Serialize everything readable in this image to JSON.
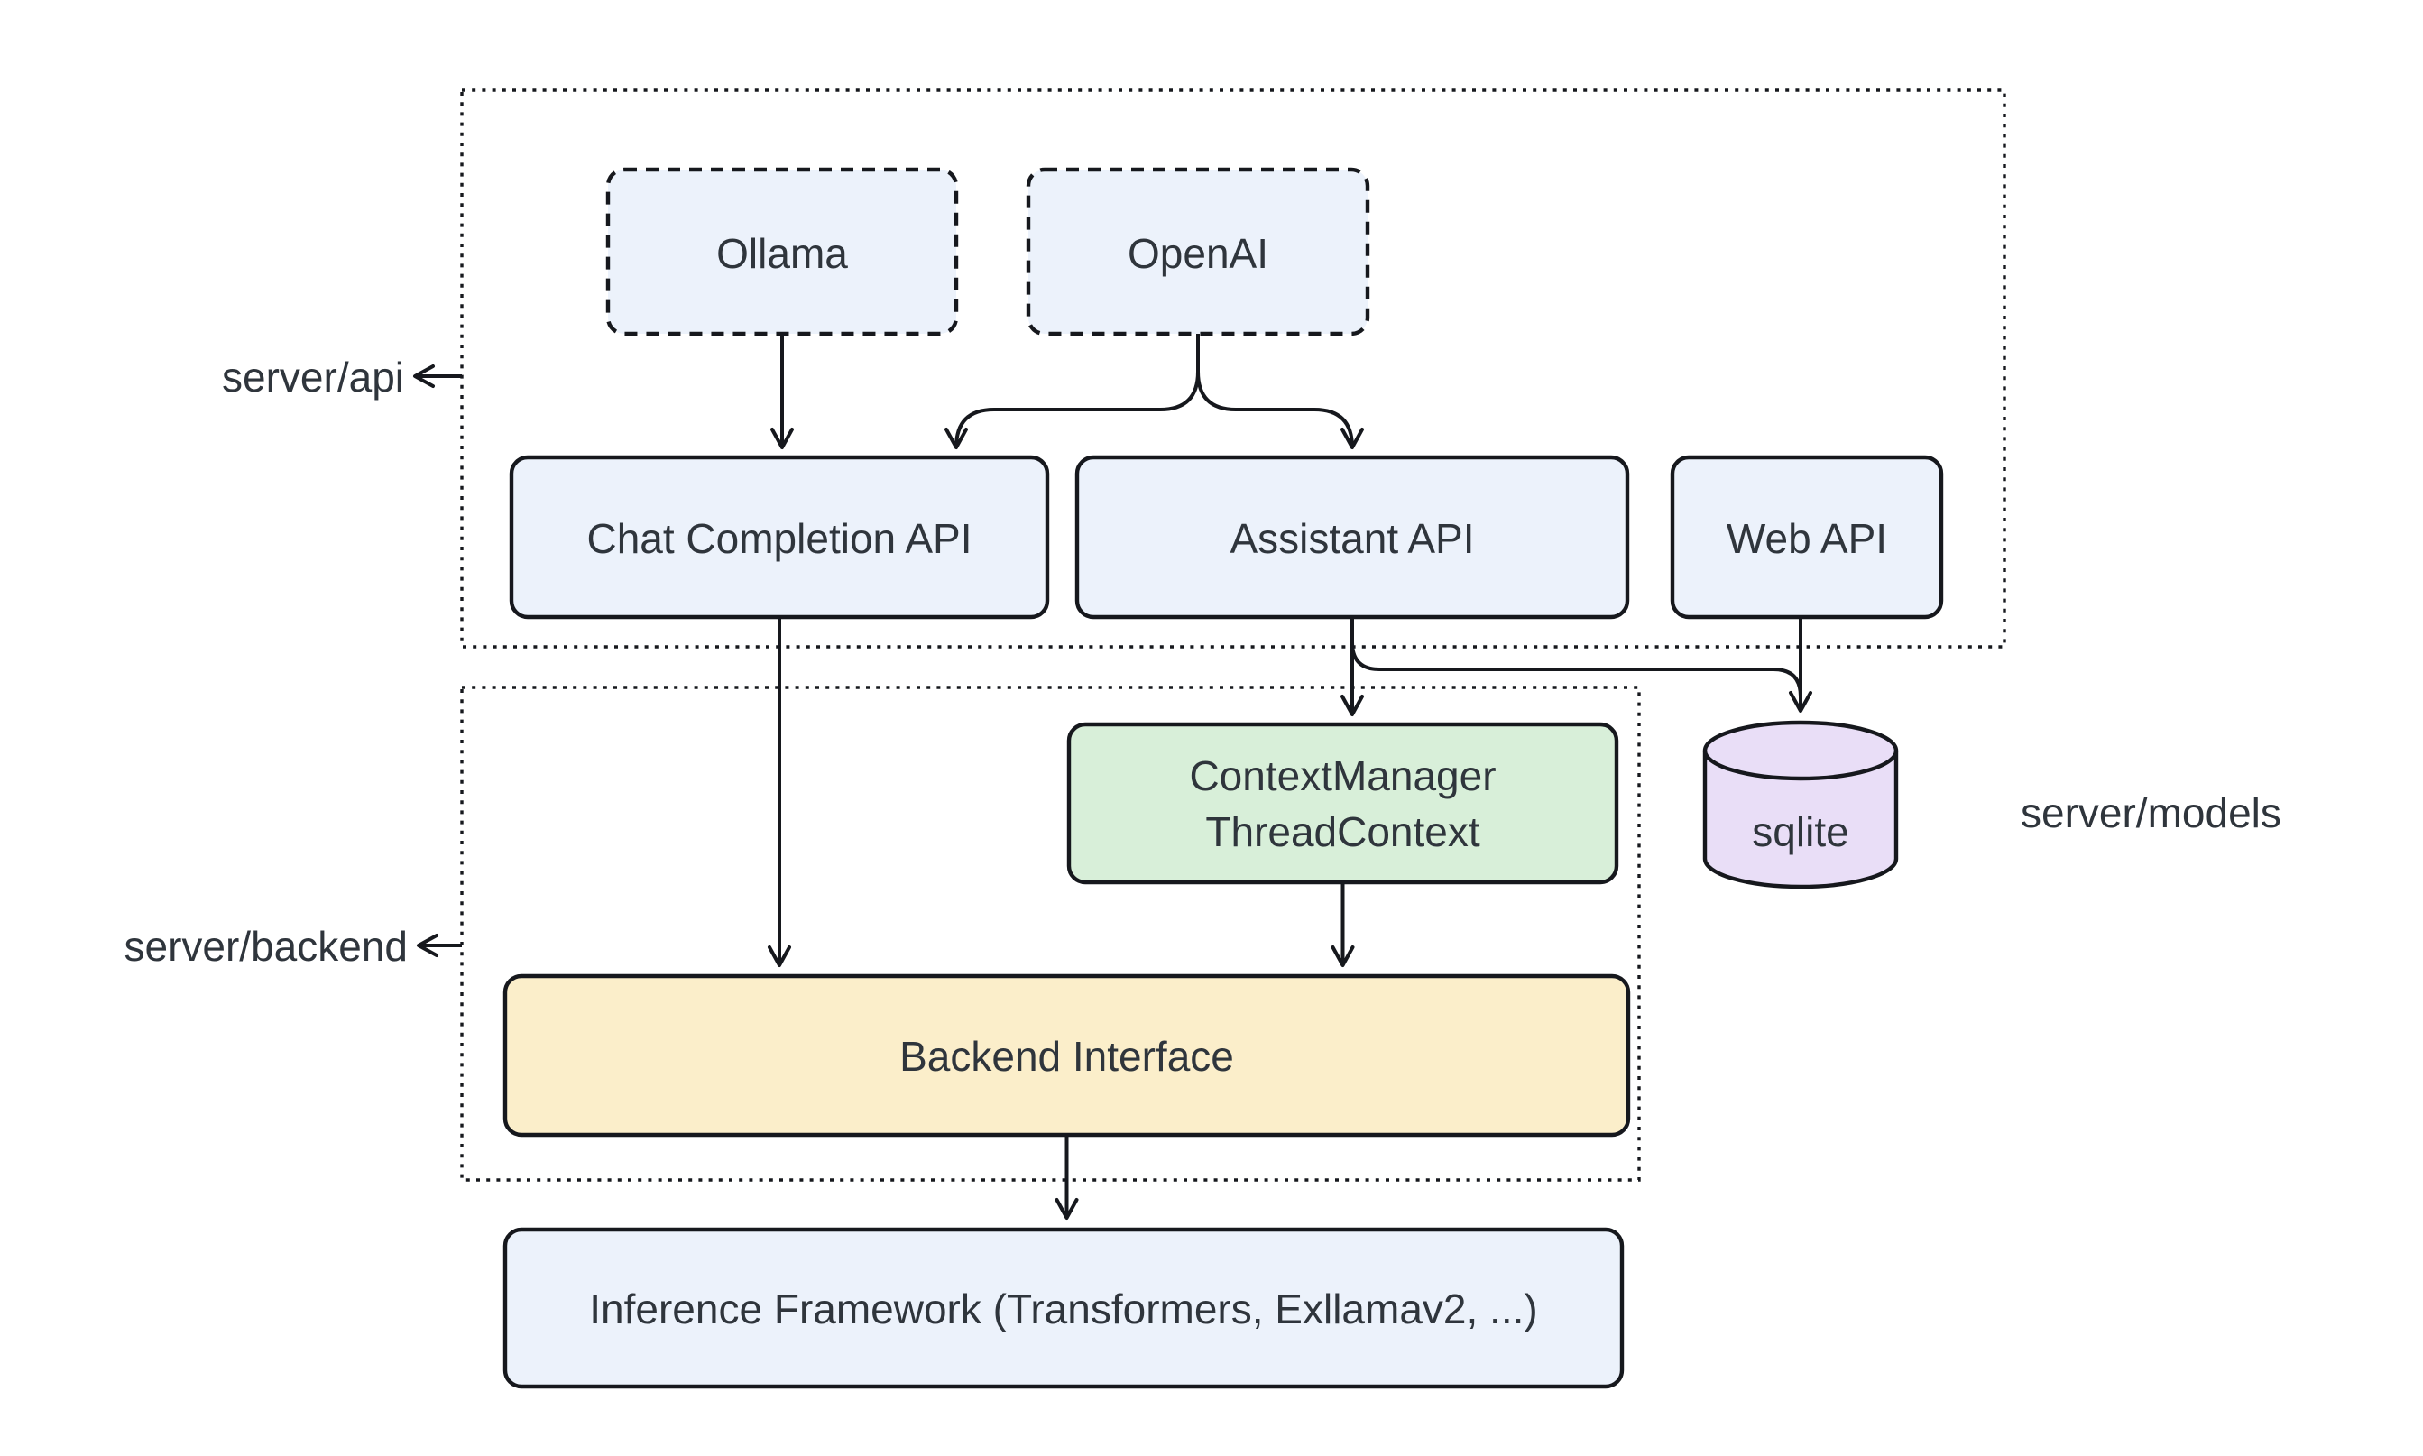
{
  "diagram": {
    "title": "Server architecture diagram",
    "colors": {
      "background": "#ffffff",
      "node_fill_blue": "#ecf2fb",
      "node_fill_green": "#d8efd9",
      "node_fill_yellow": "#fbeeca",
      "node_fill_purple": "#e9def7",
      "stroke": "#16181d",
      "text": "#2f353c"
    },
    "containers": {
      "server_api_label": "server/api",
      "server_backend_label": "server/backend"
    },
    "labels": {
      "server_models": "server/models"
    },
    "nodes": {
      "ollama": "Ollama",
      "openai": "OpenAI",
      "chat_completion_api": "Chat Completion API",
      "assistant_api": "Assistant API",
      "web_api": "Web API",
      "context_manager_line1": "ContextManager",
      "context_manager_line2": "ThreadContext",
      "sqlite": "sqlite",
      "backend_interface": "Backend Interface",
      "inference_framework": "Inference Framework (Transformers, Exllamav2, ...)"
    },
    "edges": [
      {
        "from": "Ollama",
        "to": "Chat Completion API"
      },
      {
        "from": "OpenAI",
        "to": "Chat Completion API"
      },
      {
        "from": "OpenAI",
        "to": "Assistant API"
      },
      {
        "from": "Chat Completion API",
        "to": "Backend Interface"
      },
      {
        "from": "Assistant API",
        "to": "ContextManager ThreadContext"
      },
      {
        "from": "Assistant API",
        "to": "sqlite"
      },
      {
        "from": "Web API",
        "to": "sqlite"
      },
      {
        "from": "ContextManager ThreadContext",
        "to": "Backend Interface"
      },
      {
        "from": "Backend Interface",
        "to": "Inference Framework (Transformers, Exllamav2, ...)"
      },
      {
        "from": "server/api arrow",
        "to": "server/api container"
      },
      {
        "from": "server/backend arrow",
        "to": "server/backend container"
      }
    ]
  }
}
